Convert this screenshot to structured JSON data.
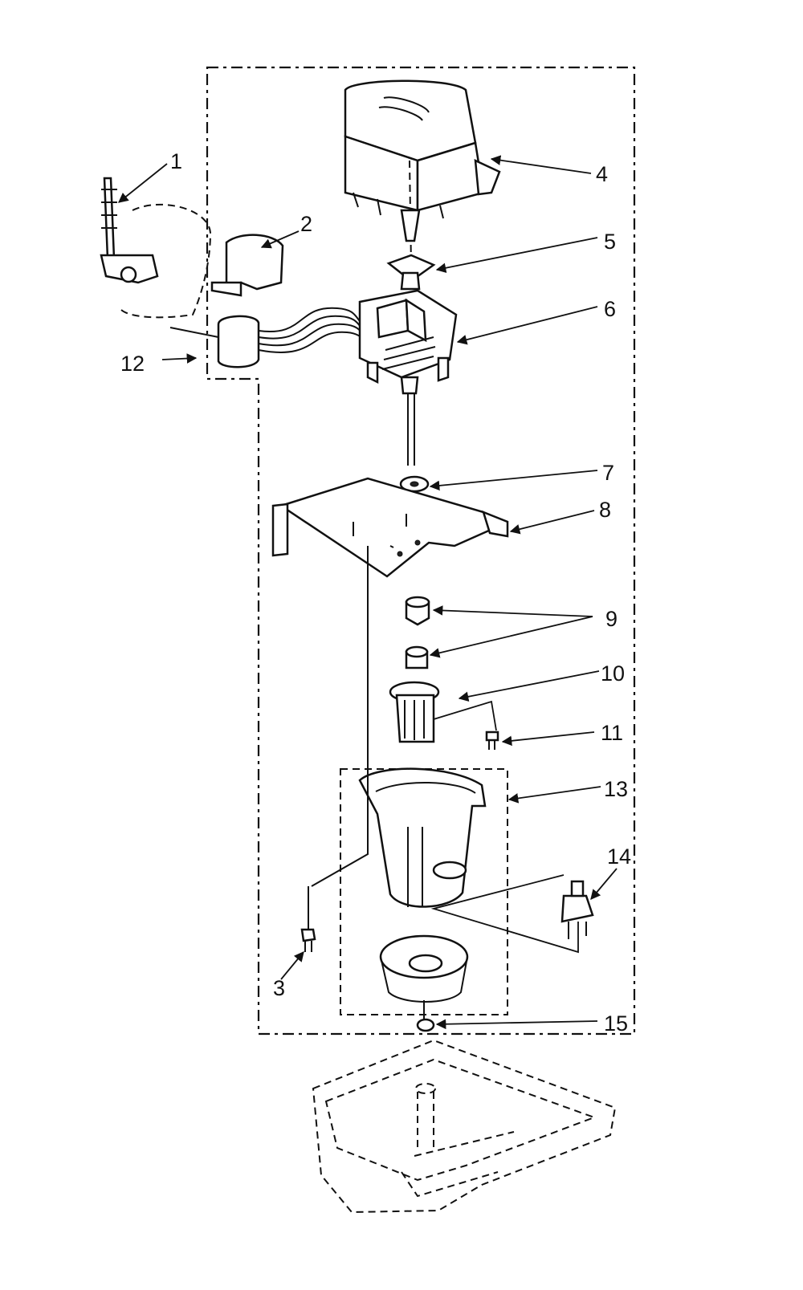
{
  "diagram": {
    "labels": {
      "p1": "1",
      "p2": "2",
      "p3": "3",
      "p4": "4",
      "p5": "5",
      "p6": "6",
      "p7": "7",
      "p8": "8",
      "p9": "9",
      "p10": "10",
      "p11": "11",
      "p12": "12",
      "p13": "13",
      "p14": "14",
      "p15": "15"
    }
  }
}
